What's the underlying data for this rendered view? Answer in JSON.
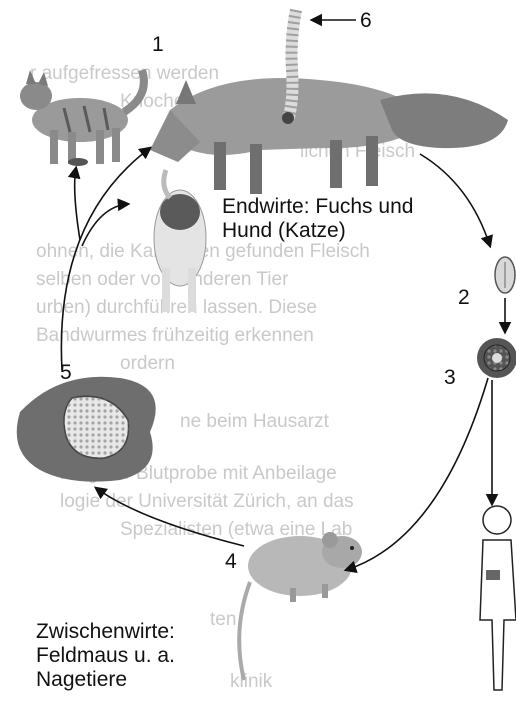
{
  "diagram": {
    "numbers": [
      "1",
      "2",
      "3",
      "4",
      "5",
      "6"
    ],
    "definitive_hosts": [
      "Endwirte: Fuchs und",
      "Hund (Katze)"
    ],
    "intermediate_hosts": [
      "Zwischenwirte:",
      "Feldmaus u. a.",
      "Nagetiere"
    ]
  },
  "background_text": [
    "r aufgefressen werden",
    "Knochenmark",
    "lichen Fleisch",
    "ohnen, die Kaninchen gefunden Fleisch",
    "selben oder vom anderen Tier",
    "urben) durchführen lassen. Diese",
    "Bandwurmes frühzeitig erkennen",
    "ordern",
    "ne beim Hausarzt",
    "rung der Blutprobe mit Anbeilage",
    "logie der Universität Zürich, an das",
    "Spezialisten (etwa eine Lab",
    "ten",
    "klinik"
  ]
}
